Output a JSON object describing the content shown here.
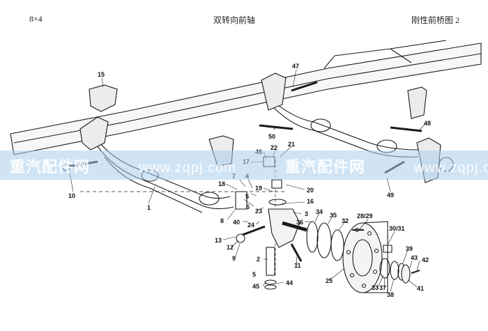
{
  "header": {
    "model": "8×4",
    "title": "双转向前轴",
    "figure": "刚性前桥图 2"
  },
  "watermark": {
    "items": [
      "重汽配件网",
      "www.zqpj.com",
      "重汽配件网",
      "www.zqpj.com"
    ],
    "color": "#aacdeb"
  },
  "callouts": [
    "15",
    "47",
    "48",
    "50",
    "22",
    "21",
    "46",
    "17",
    "1",
    "10",
    "7",
    "4",
    "18",
    "19",
    "20",
    "16",
    "6",
    "5",
    "23",
    "8",
    "40",
    "24",
    "3",
    "34",
    "35",
    "28/29",
    "30/31",
    "32",
    "13",
    "12",
    "9",
    "2",
    "11",
    "25",
    "39",
    "36",
    "37",
    "43",
    "42",
    "33",
    "38",
    "41",
    "45",
    "44",
    "49"
  ]
}
